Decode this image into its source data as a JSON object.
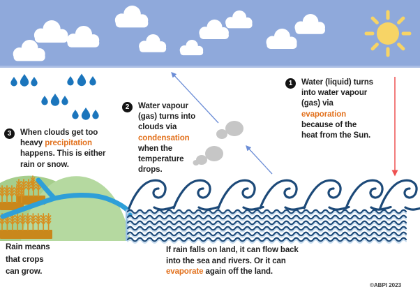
{
  "steps": {
    "step1": {
      "number": "1",
      "pre": "Water (liquid) turns into water vapour (gas) via ",
      "keyword": "evaporation",
      "post": " because of the heat from the Sun."
    },
    "step2": {
      "number": "2",
      "pre": "Water vapour (gas) turns into clouds via ",
      "keyword": "condensation",
      "post": " when the temperature drops."
    },
    "step3": {
      "number": "3",
      "pre": "When clouds get too heavy ",
      "keyword": "precipitation",
      "post": " happens. This is either rain or snow."
    }
  },
  "captions": {
    "crops": "Rain means that crops can grow.",
    "land_flow": {
      "pre": "If rain falls on land, it can flow back into the sea and rivers. Or it can ",
      "keyword": "evaporate",
      "post": " again off the land."
    },
    "copyright": "©ABPI 2023"
  },
  "colors": {
    "sky": "#8FA9DB",
    "sun": "#F7D466",
    "cloud_white": "#FFFFFF",
    "rain_blue": "#1B75BC",
    "sea_navy": "#1C4978",
    "sea_echo": "#C7DCEF",
    "river_blue": "#2E9FD8",
    "land_green_back": "#A6CE8C",
    "land_green_front": "#B5D9A0",
    "crop_orange": "#D78F1F",
    "crop_strip": "#C9871B",
    "steam_grey": "#C6C6C6",
    "keyword_orange": "#E2711D",
    "heat_arrow_red": "#EE5050",
    "vapour_arrow_blue": "#6B8DD6",
    "text_dark": "#1F1F1F",
    "badge_black": "#141414"
  }
}
